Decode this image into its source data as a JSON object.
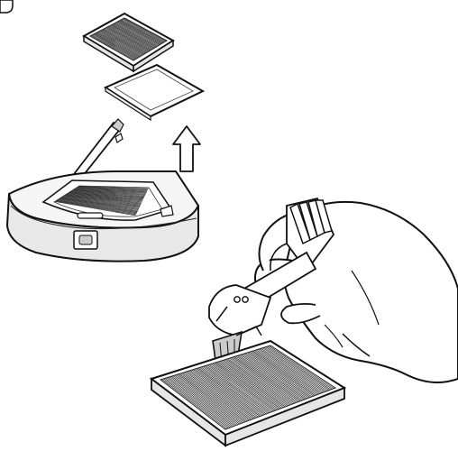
{
  "figure": {
    "description_free": true,
    "colors": {
      "line": "#111111",
      "background": "#ffffff",
      "panel_fill": "#e6e6e6"
    },
    "icons": [
      "step-badge",
      "hepa-filter",
      "sponge-filter",
      "up-arrow",
      "dustbin",
      "hand-with-brush",
      "cleaning-brush",
      "filter-being-cleaned"
    ]
  }
}
